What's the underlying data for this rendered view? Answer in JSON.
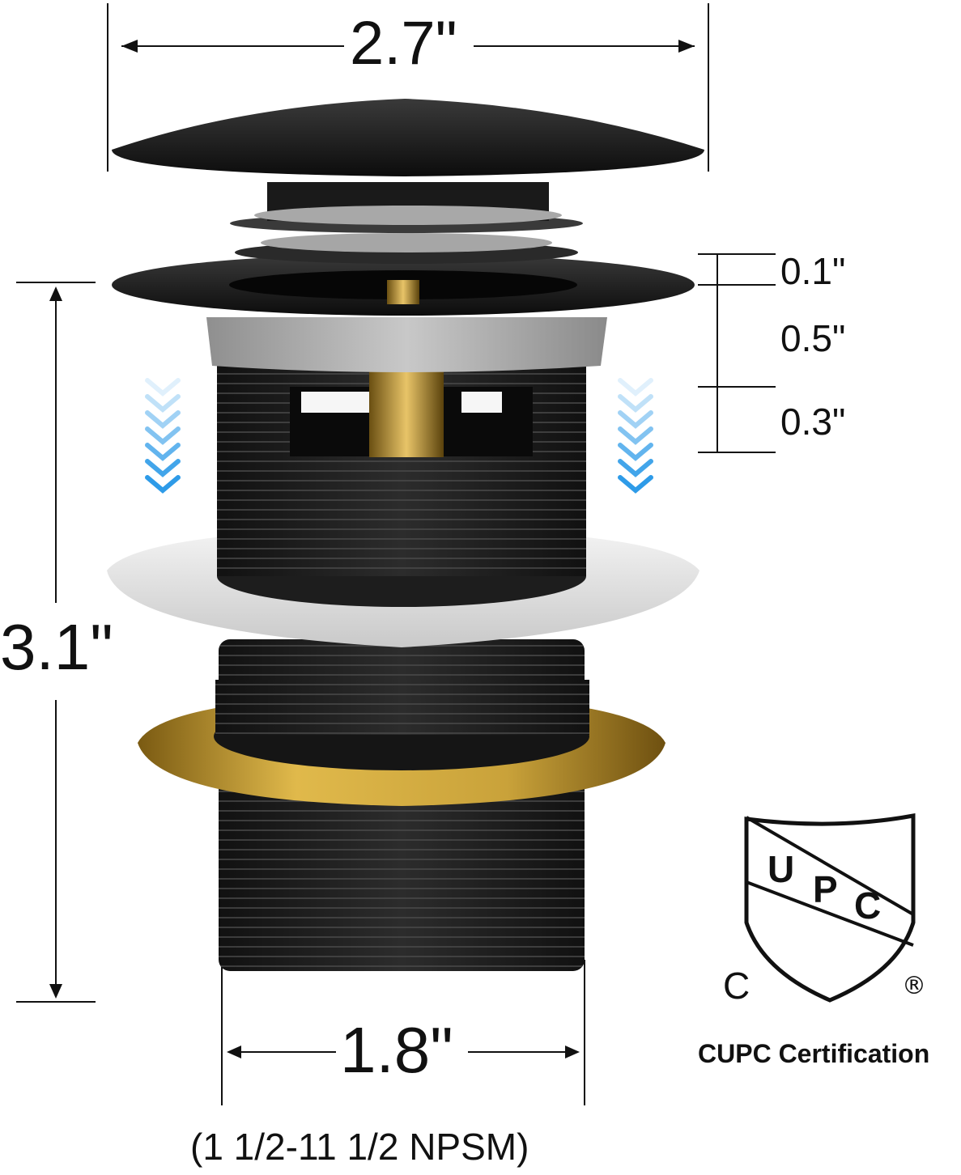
{
  "dimensions": {
    "top_width": "2.7\"",
    "total_height": "3.1\"",
    "thread_width": "1.8\"",
    "stack": [
      "0.1\"",
      "0.5\"",
      "0.3\""
    ]
  },
  "thread_spec": "(1 1/2-11 1/2 NPSM)",
  "certification": {
    "logo_letters": [
      "U",
      "P",
      "C"
    ],
    "logo_c": "C",
    "registered": "®",
    "label": "CUPC Certification"
  },
  "colors": {
    "drain_body": "#1e1e1e",
    "brass": "#c9a23a",
    "gasket": "#e6e6e6",
    "arrow_blue": "#2e9be8"
  }
}
